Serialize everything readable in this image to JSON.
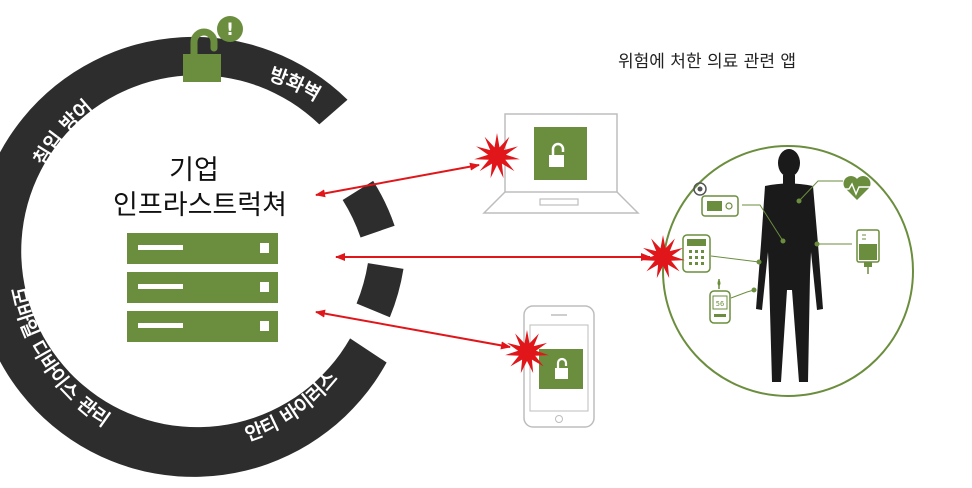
{
  "diagram": {
    "enterprise_label_line1": "기업",
    "enterprise_label_line2": "인프라스트럭쳐",
    "ring_labels": {
      "intrusion_defense": "침입 방어",
      "firewall": "방화벽",
      "mobile_device_management": "모바일 디바이스 관리",
      "antivirus": "안티 바이러스"
    },
    "medical_apps_title": "위험에 처한 의료 관련 앱",
    "glucose_reading": "56",
    "alert_symbol": "!",
    "colors": {
      "ring": "#2d2d2d",
      "green": "#6b8e3e",
      "arrow": "#e0161a",
      "device_outline": "#bdbdbd",
      "circle_border": "#6b8e3e"
    },
    "icons": {
      "ring_top": "unlocked-padlock-icon",
      "alert": "alert-icon",
      "laptop_screen": "unlocked-padlock-icon",
      "phone_screen": "unlocked-padlock-icon",
      "threat": "starburst-icon",
      "heart": "heart-rate-icon",
      "iv_bag": "iv-bag-icon",
      "insulin_pump": "insulin-pump-icon",
      "telephone": "phone-device-icon",
      "glucose_meter": "glucose-meter-icon",
      "body": "human-body-icon"
    }
  }
}
